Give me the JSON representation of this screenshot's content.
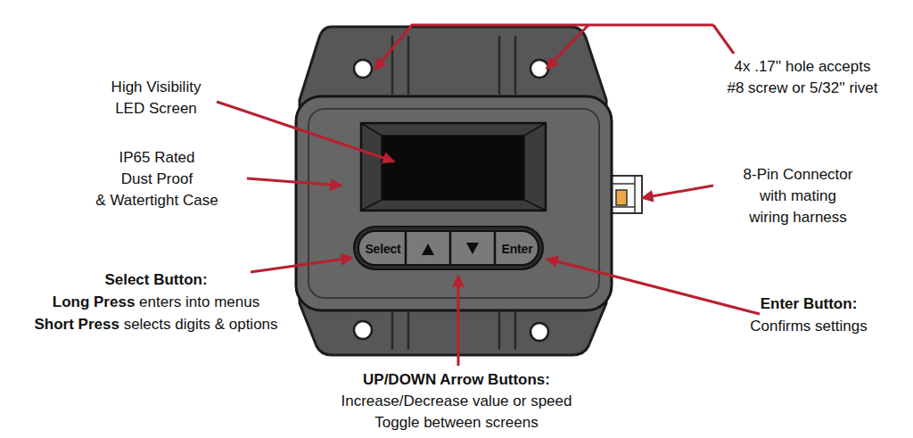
{
  "diagram": {
    "nodes": [
      {
        "text": [
          "Select"
        ]
      },
      {
        "text": [
          "Enter"
        ]
      }
    ],
    "labels": [
      "High Visibility LED Screen",
      "IP65 Rated Dust Proof & Watertight Case",
      "Select Button:",
      "Long Press",
      "enters into menus",
      "Short Press",
      "selects digits & options",
      "4x .17'' hole accepts #8 screw or 5/32'' rivet",
      "8-Pin Connector with mating wiring harness",
      "Enter Button:",
      "Confirms settings",
      "UP/DOWN Arrow Buttons:",
      "Increase/Decrease value or speed",
      "Toggle between screens"
    ]
  }
}
